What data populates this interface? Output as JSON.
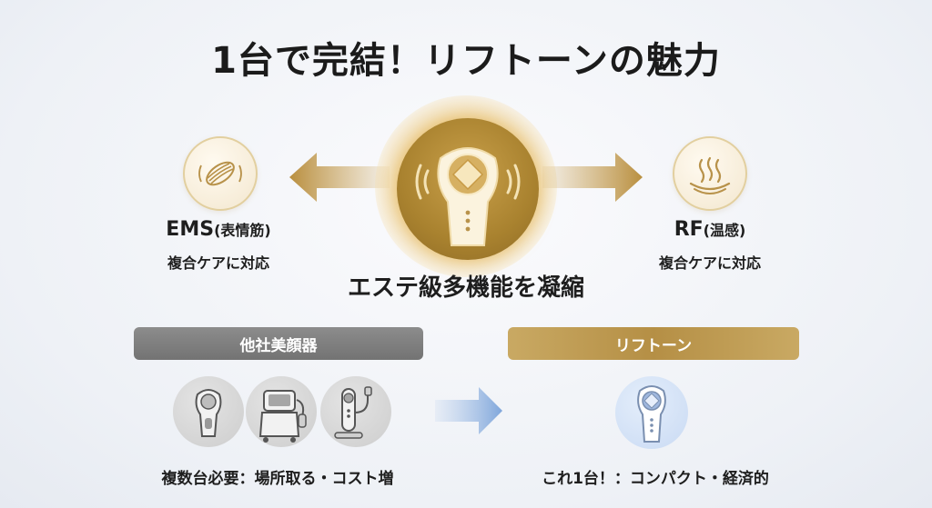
{
  "title": "1台で完結！リフトーンの魅力",
  "left_feature": {
    "name": "EMS",
    "paren": "(表情筋)",
    "sub": "複合ケアに対応",
    "icon": "muscle-icon"
  },
  "right_feature": {
    "name": "RF",
    "paren": "(温感)",
    "sub": "複合ケアに対応",
    "icon": "heat-waves-icon"
  },
  "center": {
    "caption": "エステ級多機能を凝縮",
    "icon": "device-icon"
  },
  "compare": {
    "others_label": "他社美顔器",
    "others_caption": "複数台必要：場所取る・コスト増",
    "liftone_label": "リフトーン",
    "liftone_caption": "これ1台！：コンパクト・経済的"
  },
  "colors": {
    "gold": "#b8924a",
    "gray": "#7d7d7d",
    "blue_arrow": "#8fb2df"
  }
}
